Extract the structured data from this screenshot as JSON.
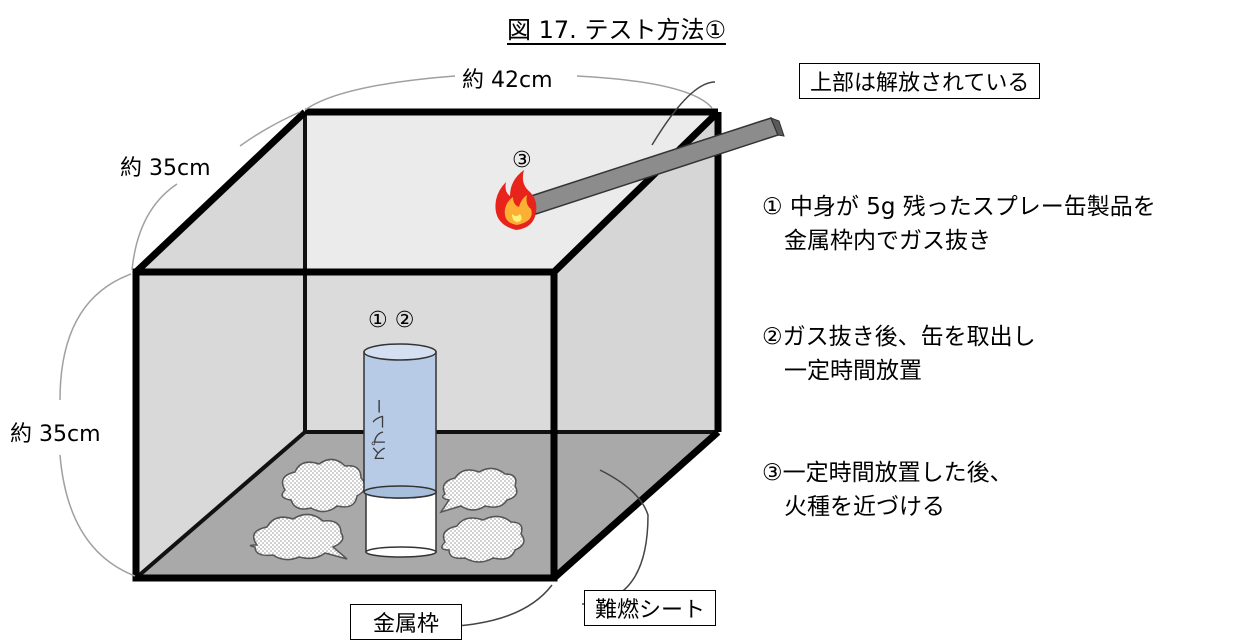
{
  "title": "図 17. テスト方法①",
  "dimensions": {
    "width": "約 42cm",
    "depth": "約 35cm",
    "height": "約 35cm"
  },
  "labels": {
    "top_open": "上部は解放されている",
    "frame": "金属枠",
    "sheet": "難燃シート"
  },
  "markers": {
    "can": "①  ②",
    "flame": "③"
  },
  "can_text": "スプレー",
  "steps": [
    {
      "line1": "①  中身が 5g 残ったスプレー缶製品を",
      "line2": "金属枠内でガス抜き"
    },
    {
      "line1": "②ガス抜き後、缶を取出し",
      "line2": "一定時間放置"
    },
    {
      "line1": "③一定時間放置した後、",
      "line2": "火種を近づける"
    }
  ],
  "colors": {
    "frame": "#000000",
    "panel": "#dcdcdc",
    "floor": "#a6a6a6",
    "can_body": "#b8cbe6",
    "leader": "#a0a0a0"
  }
}
